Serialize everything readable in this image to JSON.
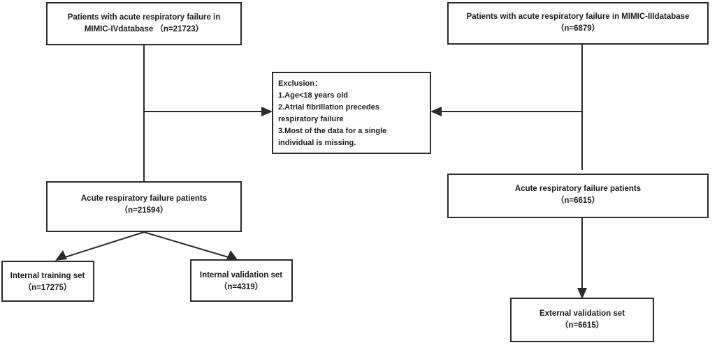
{
  "diagram": {
    "title": "Patient cohort selection flowchart",
    "colors": {
      "stroke": "#2b2b2b",
      "box_fill": "#ffffff",
      "text": "#1a1a1a",
      "background": "#ffffff"
    },
    "nodes": {
      "mimic4_source": {
        "name": "mimic-iv-source-box",
        "lines": [
          "Patients with acute respiratory failure in",
          "MIMIC-IVdatabase （n=21723）"
        ],
        "count": "21723",
        "database": "MIMIC-IV"
      },
      "mimic3_source": {
        "name": "mimic-iii-source-box",
        "lines": [
          "Patients with acute respiratory failure in MIMIC-IIIdatabase",
          "（n=6879）"
        ],
        "count": "6879",
        "database": "MIMIC-III"
      },
      "exclusion": {
        "name": "exclusion-criteria-box",
        "lines": [
          "Exclusion：",
          "1.Age<18 years old",
          "2.Atrial fibrillation precedes",
          "respiratory failure",
          "3.Most of the data for a single",
          "individual is missing."
        ]
      },
      "cohort_left": {
        "name": "internal-cohort-box",
        "lines": [
          "Acute respiratory failure patients",
          "（n=21594）"
        ],
        "count": "21594"
      },
      "cohort_right": {
        "name": "external-cohort-box",
        "lines": [
          "Acute respiratory failure patients",
          "（n=6615）"
        ],
        "count": "6615"
      },
      "training": {
        "name": "internal-training-set-box",
        "lines": [
          "Internal training set",
          "（n=17275）"
        ],
        "count": "17275"
      },
      "internal_validation": {
        "name": "internal-validation-set-box",
        "lines": [
          "Internal validation set",
          "（n=4319）"
        ],
        "count": "4319"
      },
      "external_validation": {
        "name": "external-validation-set-box",
        "lines": [
          "External validation set",
          "（n=6615）"
        ],
        "count": "6615"
      }
    },
    "edges": [
      {
        "from": "mimic4_source",
        "to": "exclusion",
        "type": "elbow-right-arrow"
      },
      {
        "from": "mimic4_source",
        "to": "cohort_left",
        "type": "straight-down-arrow"
      },
      {
        "from": "mimic3_source",
        "to": "exclusion",
        "type": "elbow-left-arrow"
      },
      {
        "from": "mimic3_source",
        "to": "cohort_right",
        "type": "straight-down-arrow"
      },
      {
        "from": "cohort_left",
        "to": "training",
        "type": "diagonal-arrow"
      },
      {
        "from": "cohort_left",
        "to": "internal_validation",
        "type": "diagonal-arrow"
      },
      {
        "from": "cohort_right",
        "to": "external_validation",
        "type": "straight-down-arrow"
      }
    ]
  }
}
